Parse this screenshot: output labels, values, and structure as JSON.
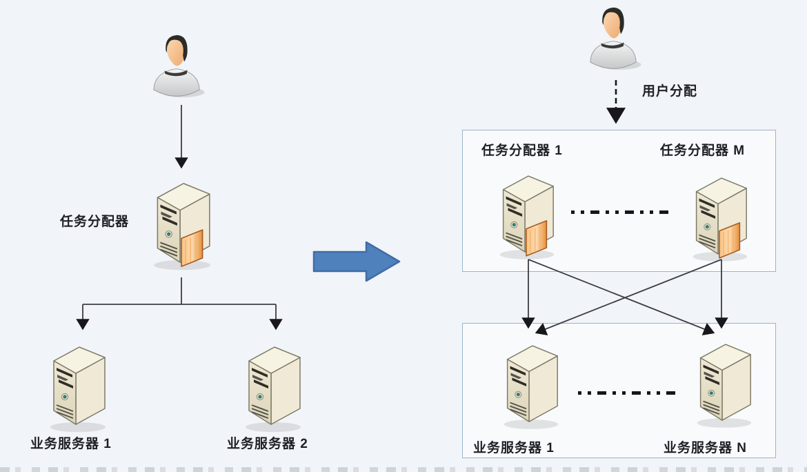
{
  "left_diagram": {
    "dispatcher_label": "任务分配器",
    "server1_label": "业务服务器 1",
    "server2_label": "业务服务器 2"
  },
  "right_diagram": {
    "user_allocation_label": "用户分配",
    "dispatcher_group": {
      "first_label": "任务分配器 1",
      "last_label": "任务分配器 M"
    },
    "server_group": {
      "first_label": "业务服务器 1",
      "last_label": "业务服务器 N"
    }
  },
  "icons": {
    "user": "user-bust-icon",
    "dispatcher": "server-tower-with-card-icon",
    "server": "server-tower-icon",
    "transition": "right-block-arrow-icon",
    "ellipsis": "ellipsis-dots"
  },
  "colors": {
    "background": "#f1f4f8",
    "box_border": "#9cb3c9",
    "connector_line": "#3c3c46",
    "arrowhead": "#17171c",
    "transition_arrow_fill": "#4f81bd",
    "transition_arrow_border": "#3f6ca8",
    "server_body": "#e9e3cd",
    "server_card_orange": "#ee9c48",
    "label_text": "#1f1f26"
  }
}
